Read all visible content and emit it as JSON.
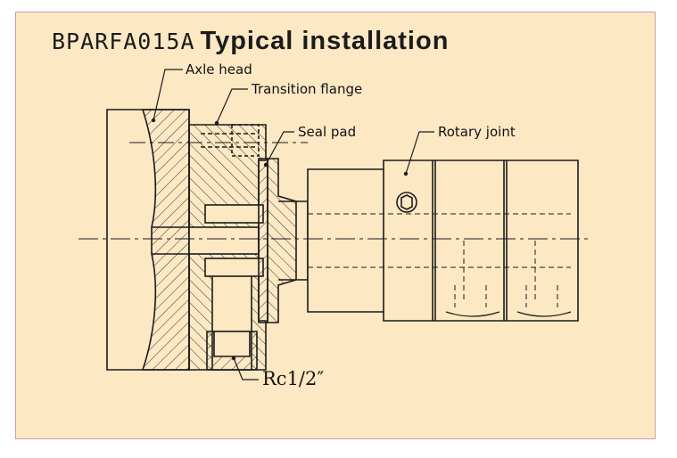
{
  "title": {
    "model": "BPARFA015A",
    "text": "Typical installation"
  },
  "callouts": {
    "axle_head": "Axle head",
    "transition_flange": "Transition flange",
    "seal_pad": "Seal pad",
    "rotary_joint": "Rotary joint",
    "port": "Rc1/2″"
  },
  "colors": {
    "background": "#fde8c4",
    "border": "#d49aa6",
    "line": "#1b1b1b"
  }
}
